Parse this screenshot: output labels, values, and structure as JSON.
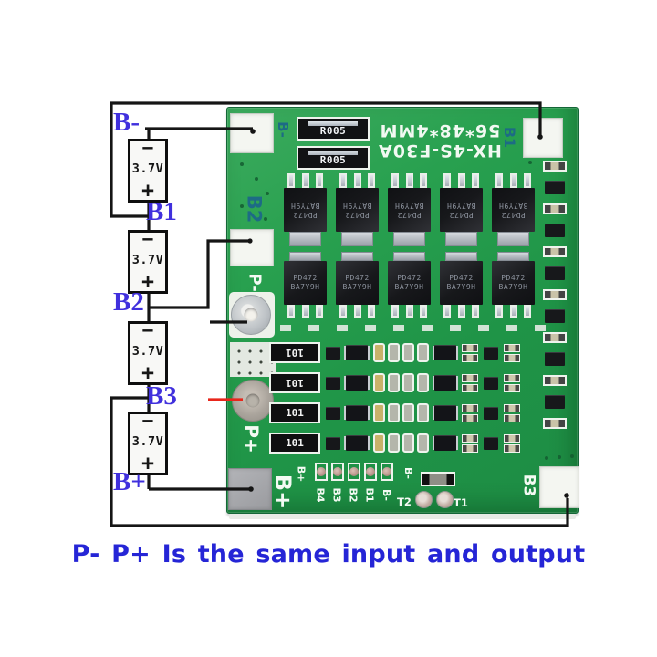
{
  "caption": "P- P+ Is the same input and output",
  "pack": {
    "nodes": [
      "B-",
      "B1",
      "B2",
      "B3",
      "B+"
    ],
    "cell": {
      "voltage": "3.7V",
      "minus": "−",
      "plus": "+"
    }
  },
  "board": {
    "model": "HX-4S-F30A",
    "dimensions": "56*48*4MM",
    "shunt_label": "R005",
    "resistor_label": "101",
    "mosfet": {
      "line1": "PD472",
      "line2": "BA7Y9H"
    },
    "pads": {
      "top_left": "B-",
      "top_right": "B1",
      "left": "B2",
      "bottom_right": "B3"
    },
    "silk": {
      "p_minus": "P-",
      "p_plus": "P+",
      "b_plus_big": "B+",
      "b_plus_small": "B+",
      "b_minus_small": "B-",
      "header": [
        "B4",
        "B3",
        "B2",
        "B1",
        "B-"
      ],
      "t2": "T2",
      "t1": "T1"
    }
  },
  "colors": {
    "label-blue": "#4030dd",
    "caption-blue": "#2525d6",
    "board-green": "#249a4b",
    "pointer-red": "#e8261b",
    "wire-black": "#151515",
    "silk-teal": "#1d6b85"
  }
}
